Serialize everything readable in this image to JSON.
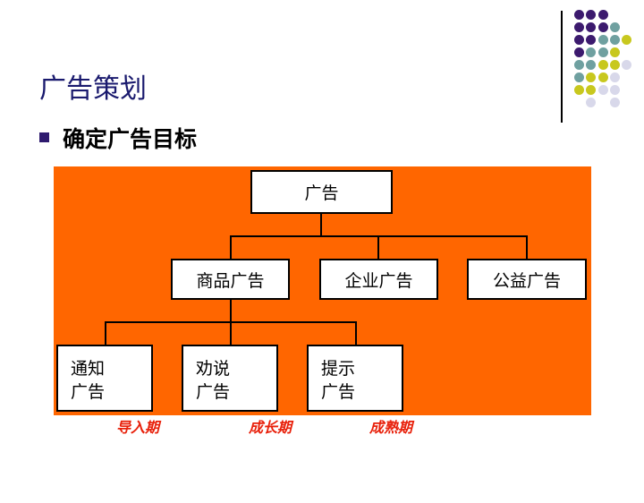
{
  "title": "广告策划",
  "bullet": "确定广告目标",
  "tree": {
    "root": "广告",
    "level2": [
      "商品广告",
      "企业广告",
      "公益广告"
    ],
    "level3": [
      {
        "line1": "通知",
        "line2": "广告"
      },
      {
        "line1": "劝说",
        "line2": "广告"
      },
      {
        "line1": "提示",
        "line2": "广告"
      }
    ]
  },
  "stages": [
    "导入期",
    "成长期",
    "成熟期"
  ],
  "colors": {
    "panel": "#ff6600",
    "purple": "#3c1a6e",
    "teal": "#6fa0a0",
    "yellow": "#c8c81e",
    "lavender": "#d8d8ea",
    "stage": "#e8200a"
  },
  "decor_dots": [
    [
      "P",
      "P",
      "P",
      "",
      ""
    ],
    [
      "P",
      "P",
      "P",
      "T",
      ""
    ],
    [
      "P",
      "P",
      "T",
      "T",
      "Y"
    ],
    [
      "P",
      "T",
      "T",
      "Y",
      ""
    ],
    [
      "T",
      "T",
      "Y",
      "Y",
      "L"
    ],
    [
      "T",
      "Y",
      "Y",
      "L",
      ""
    ],
    [
      "Y",
      "Y",
      "L",
      "L",
      ""
    ],
    [
      "",
      "L",
      "",
      "L",
      ""
    ]
  ]
}
